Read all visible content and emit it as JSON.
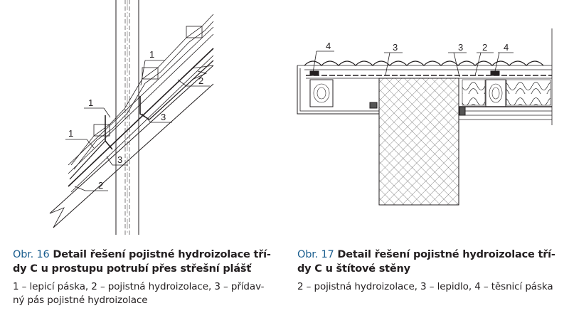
{
  "figure16": {
    "number": "Obr. 16",
    "title": "Detail řešení pojistné hydroizolace tří-\ndy C u prostupu potrubí přes střešní plášť",
    "description": "1 – lepicí páska, 2 – pojistná hydroizolace, 3 – přídav-\nný pás pojistné hydroizolace",
    "labels": [
      "1",
      "2",
      "3",
      "1",
      "3",
      "1",
      "2"
    ]
  },
  "figure17": {
    "number": "Obr. 17",
    "title": "Detail řešení pojistné hydroizolace tří-\ndy C u štítové stěny",
    "description": "2 – pojistná hydroizolace, 3 – lepidlo, 4 – těsnicí páska",
    "labels": [
      "4",
      "3",
      "3",
      "2",
      "4"
    ]
  }
}
